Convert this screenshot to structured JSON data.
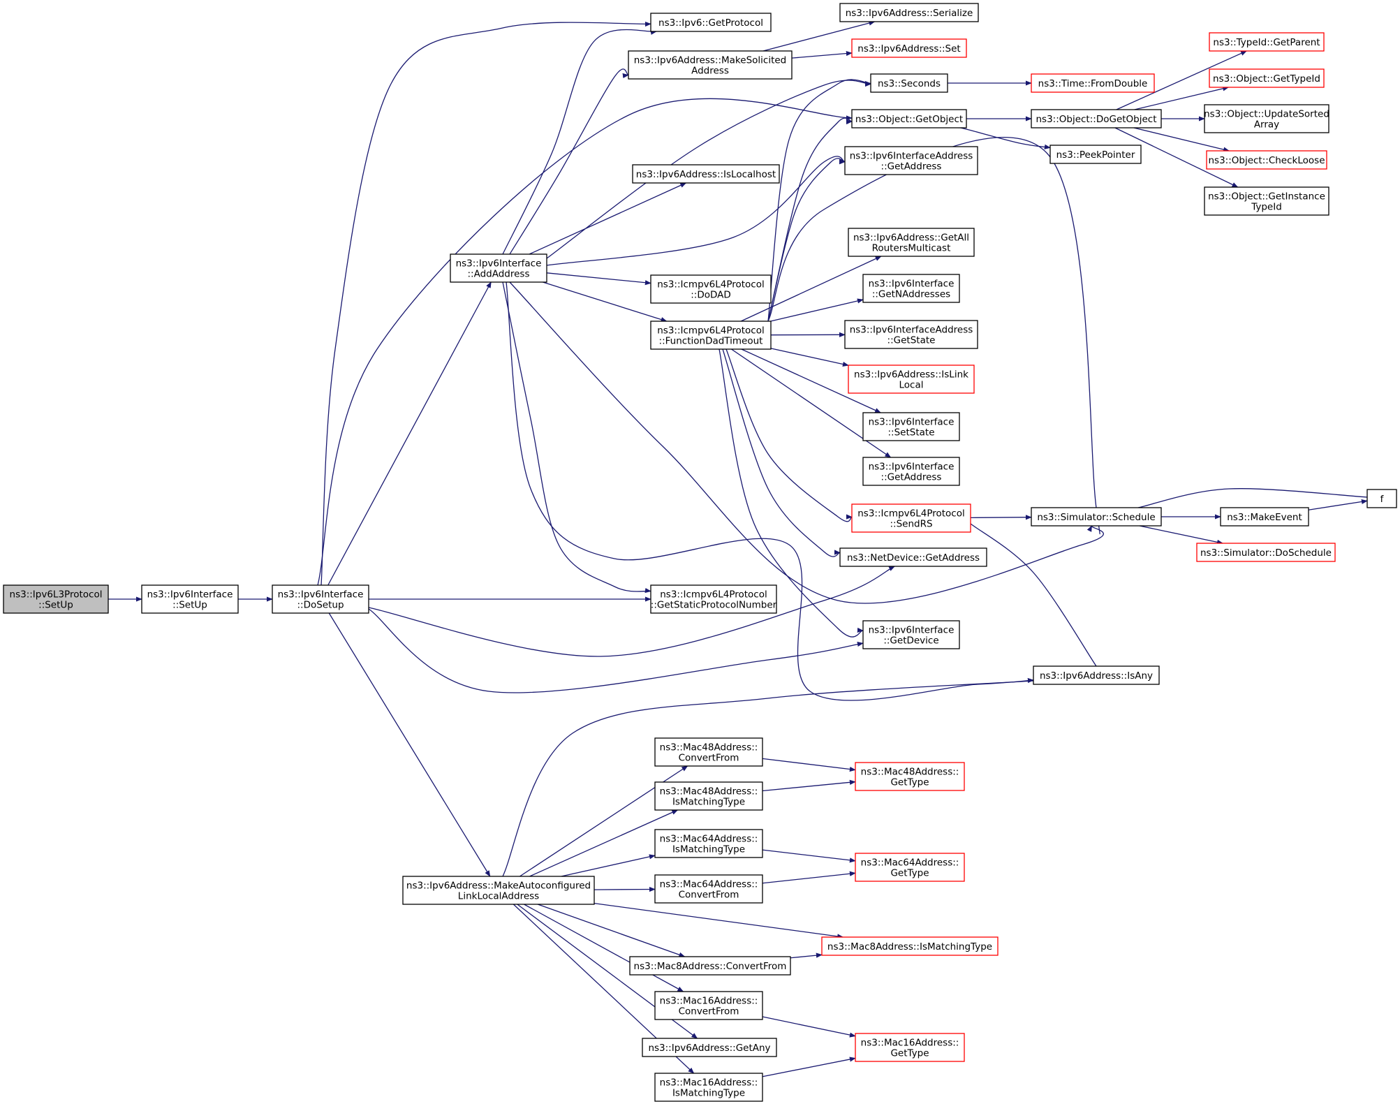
{
  "graph": {
    "type": "call-graph",
    "edge_color": "#191970",
    "nodes": [
      {
        "id": "n0",
        "lines": [
          "ns3::Ipv6L3Protocol",
          "::SetUp"
        ],
        "style": "root"
      },
      {
        "id": "n1",
        "lines": [
          "ns3::Ipv6Interface",
          "::SetUp"
        ],
        "style": "normal"
      },
      {
        "id": "n2",
        "lines": [
          "ns3::Ipv6Interface",
          "::DoSetup"
        ],
        "style": "normal"
      },
      {
        "id": "n3",
        "lines": [
          "ns3::Ipv6Interface",
          "::AddAddress"
        ],
        "style": "normal"
      },
      {
        "id": "n4",
        "lines": [
          "ns3::Ipv6::GetProtocol"
        ],
        "style": "normal"
      },
      {
        "id": "n5",
        "lines": [
          "ns3::Ipv6Address::MakeSolicited",
          "Address"
        ],
        "style": "normal"
      },
      {
        "id": "n6",
        "lines": [
          "ns3::Ipv6Address::IsLocalhost"
        ],
        "style": "normal"
      },
      {
        "id": "n7",
        "lines": [
          "ns3::Icmpv6L4Protocol",
          "::DoDAD"
        ],
        "style": "normal"
      },
      {
        "id": "n8",
        "lines": [
          "ns3::Icmpv6L4Protocol",
          "::FunctionDadTimeout"
        ],
        "style": "normal"
      },
      {
        "id": "n9",
        "lines": [
          "ns3::Icmpv6L4Protocol",
          "::GetStaticProtocolNumber"
        ],
        "style": "normal"
      },
      {
        "id": "n10",
        "lines": [
          "ns3::Ipv6Address::MakeAutoconfigured",
          "LinkLocalAddress"
        ],
        "style": "normal"
      },
      {
        "id": "n11",
        "lines": [
          "ns3::Ipv6Address::Serialize"
        ],
        "style": "normal"
      },
      {
        "id": "n12",
        "lines": [
          "ns3::Ipv6Address::Set"
        ],
        "style": "red"
      },
      {
        "id": "n13",
        "lines": [
          "ns3::Seconds"
        ],
        "style": "normal"
      },
      {
        "id": "n14",
        "lines": [
          "ns3::Object::GetObject"
        ],
        "style": "normal"
      },
      {
        "id": "n15",
        "lines": [
          "ns3::Ipv6InterfaceAddress",
          "::GetAddress"
        ],
        "style": "normal"
      },
      {
        "id": "n16",
        "lines": [
          "ns3::Ipv6Address::GetAll",
          "RoutersMulticast"
        ],
        "style": "normal"
      },
      {
        "id": "n17",
        "lines": [
          "ns3::Ipv6Interface",
          "::GetNAddresses"
        ],
        "style": "normal"
      },
      {
        "id": "n18",
        "lines": [
          "ns3::Ipv6InterfaceAddress",
          "::GetState"
        ],
        "style": "normal"
      },
      {
        "id": "n19",
        "lines": [
          "ns3::Ipv6Address::IsLink",
          "Local"
        ],
        "style": "red"
      },
      {
        "id": "n20",
        "lines": [
          "ns3::Ipv6Interface",
          "::SetState"
        ],
        "style": "normal"
      },
      {
        "id": "n21",
        "lines": [
          "ns3::Ipv6Interface",
          "::GetAddress"
        ],
        "style": "normal"
      },
      {
        "id": "n22",
        "lines": [
          "ns3::Icmpv6L4Protocol",
          "::SendRS"
        ],
        "style": "red"
      },
      {
        "id": "n23",
        "lines": [
          "ns3::NetDevice::GetAddress"
        ],
        "style": "normal"
      },
      {
        "id": "n24",
        "lines": [
          "ns3::Ipv6Interface",
          "::GetDevice"
        ],
        "style": "normal"
      },
      {
        "id": "n25",
        "lines": [
          "ns3::Time::FromDouble"
        ],
        "style": "red"
      },
      {
        "id": "n26",
        "lines": [
          "ns3::Object::DoGetObject"
        ],
        "style": "normal"
      },
      {
        "id": "n27",
        "lines": [
          "ns3::PeekPointer"
        ],
        "style": "normal"
      },
      {
        "id": "n28",
        "lines": [
          "ns3::Simulator::Schedule"
        ],
        "style": "normal"
      },
      {
        "id": "n29",
        "lines": [
          "ns3::Ipv6Address::IsAny"
        ],
        "style": "normal"
      },
      {
        "id": "n30",
        "lines": [
          "ns3::TypeId::GetParent"
        ],
        "style": "red"
      },
      {
        "id": "n31",
        "lines": [
          "ns3::Object::GetTypeId"
        ],
        "style": "red"
      },
      {
        "id": "n32",
        "lines": [
          "ns3::Object::UpdateSorted",
          "Array"
        ],
        "style": "normal"
      },
      {
        "id": "n33",
        "lines": [
          "ns3::Object::CheckLoose"
        ],
        "style": "red"
      },
      {
        "id": "n34",
        "lines": [
          "ns3::Object::GetInstance",
          "TypeId"
        ],
        "style": "normal"
      },
      {
        "id": "n35",
        "lines": [
          "ns3::MakeEvent"
        ],
        "style": "normal"
      },
      {
        "id": "n36",
        "lines": [
          "f"
        ],
        "style": "normal"
      },
      {
        "id": "n37",
        "lines": [
          "ns3::Simulator::DoSchedule"
        ],
        "style": "red"
      },
      {
        "id": "n38",
        "lines": [
          "ns3::Mac48Address::",
          "ConvertFrom"
        ],
        "style": "normal"
      },
      {
        "id": "n39",
        "lines": [
          "ns3::Mac48Address::",
          "IsMatchingType"
        ],
        "style": "normal"
      },
      {
        "id": "n40",
        "lines": [
          "ns3::Mac64Address::",
          "IsMatchingType"
        ],
        "style": "normal"
      },
      {
        "id": "n41",
        "lines": [
          "ns3::Mac64Address::",
          "ConvertFrom"
        ],
        "style": "normal"
      },
      {
        "id": "n42",
        "lines": [
          "ns3::Mac8Address::ConvertFrom"
        ],
        "style": "normal"
      },
      {
        "id": "n43",
        "lines": [
          "ns3::Mac16Address::",
          "ConvertFrom"
        ],
        "style": "normal"
      },
      {
        "id": "n44",
        "lines": [
          "ns3::Ipv6Address::GetAny"
        ],
        "style": "normal"
      },
      {
        "id": "n45",
        "lines": [
          "ns3::Mac16Address::",
          "IsMatchingType"
        ],
        "style": "normal"
      },
      {
        "id": "n46",
        "lines": [
          "ns3::Mac48Address::",
          "GetType"
        ],
        "style": "red"
      },
      {
        "id": "n47",
        "lines": [
          "ns3::Mac64Address::",
          "GetType"
        ],
        "style": "red"
      },
      {
        "id": "n48",
        "lines": [
          "ns3::Mac8Address::IsMatchingType"
        ],
        "style": "red"
      },
      {
        "id": "n49",
        "lines": [
          "ns3::Mac16Address::",
          "GetType"
        ],
        "style": "red"
      }
    ],
    "edges": [
      [
        "n0",
        "n1"
      ],
      [
        "n1",
        "n2"
      ],
      [
        "n2",
        "n3"
      ],
      [
        "n2",
        "n4"
      ],
      [
        "n2",
        "n9"
      ],
      [
        "n2",
        "n10"
      ],
      [
        "n2",
        "n14"
      ],
      [
        "n2",
        "n23"
      ],
      [
        "n2",
        "n24"
      ],
      [
        "n3",
        "n4"
      ],
      [
        "n3",
        "n5"
      ],
      [
        "n3",
        "n6"
      ],
      [
        "n3",
        "n7"
      ],
      [
        "n3",
        "n8"
      ],
      [
        "n3",
        "n9"
      ],
      [
        "n3",
        "n13"
      ],
      [
        "n3",
        "n15"
      ],
      [
        "n3",
        "n28"
      ],
      [
        "n3",
        "n29"
      ],
      [
        "n5",
        "n11"
      ],
      [
        "n5",
        "n12"
      ],
      [
        "n8",
        "n13"
      ],
      [
        "n8",
        "n14"
      ],
      [
        "n8",
        "n15"
      ],
      [
        "n8",
        "n16"
      ],
      [
        "n8",
        "n17"
      ],
      [
        "n8",
        "n18"
      ],
      [
        "n8",
        "n19"
      ],
      [
        "n8",
        "n20"
      ],
      [
        "n8",
        "n21"
      ],
      [
        "n8",
        "n22"
      ],
      [
        "n8",
        "n23"
      ],
      [
        "n8",
        "n24"
      ],
      [
        "n8",
        "n28"
      ],
      [
        "n13",
        "n25"
      ],
      [
        "n14",
        "n26"
      ],
      [
        "n14",
        "n27"
      ],
      [
        "n26",
        "n30"
      ],
      [
        "n26",
        "n31"
      ],
      [
        "n26",
        "n32"
      ],
      [
        "n26",
        "n33"
      ],
      [
        "n26",
        "n34"
      ],
      [
        "n22",
        "n28"
      ],
      [
        "n22",
        "n29"
      ],
      [
        "n28",
        "n35"
      ],
      [
        "n28",
        "n36"
      ],
      [
        "n28",
        "n37"
      ],
      [
        "n35",
        "n36"
      ],
      [
        "n10",
        "n29"
      ],
      [
        "n10",
        "n38"
      ],
      [
        "n10",
        "n39"
      ],
      [
        "n10",
        "n40"
      ],
      [
        "n10",
        "n41"
      ],
      [
        "n10",
        "n42"
      ],
      [
        "n10",
        "n43"
      ],
      [
        "n10",
        "n44"
      ],
      [
        "n10",
        "n45"
      ],
      [
        "n10",
        "n48"
      ],
      [
        "n38",
        "n46"
      ],
      [
        "n39",
        "n46"
      ],
      [
        "n40",
        "n47"
      ],
      [
        "n41",
        "n47"
      ],
      [
        "n42",
        "n48"
      ],
      [
        "n43",
        "n49"
      ],
      [
        "n45",
        "n49"
      ]
    ]
  }
}
